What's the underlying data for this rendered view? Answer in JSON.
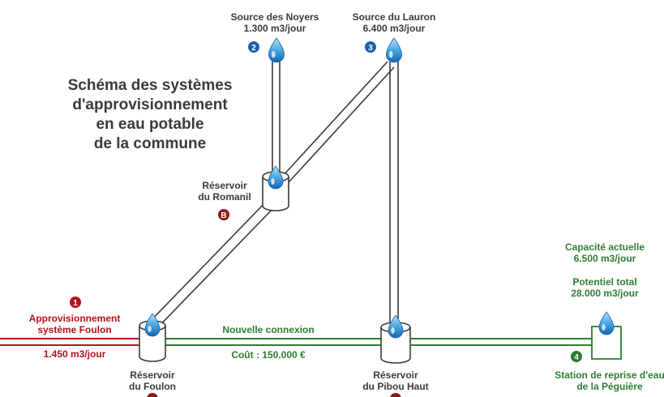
{
  "title": {
    "line1": "Schéma des systèmes",
    "line2": "d'approvisionnement",
    "line3": "en eau potable",
    "line4": "de la commune"
  },
  "sources": {
    "noyers": {
      "name": "Source des Noyers",
      "volume": "1.300 m3/jour",
      "badge": "2"
    },
    "lauron": {
      "name": "Source du Lauron",
      "volume": "6.400 m3/jour",
      "badge": "3"
    }
  },
  "reservoirs": {
    "romanil": {
      "line1": "Réservoir",
      "line2": "du Romanil",
      "badge": "B"
    },
    "foulon": {
      "line1": "Réservoir",
      "line2": "du Foulon"
    },
    "pibou": {
      "line1": "Réservoir",
      "line2": "du Pibou Haut"
    }
  },
  "supply": {
    "badge": "1",
    "line1": "Approvisionnement",
    "line2": "système Foulon",
    "volume": "1.450 m3/jour"
  },
  "connection": {
    "label": "Nouvelle connexion",
    "cost": "Coût : 150.000 €"
  },
  "station": {
    "badge": "4",
    "line1": "Station de reprise d'eau",
    "line2": "de la Péguière",
    "capacity_label": "Capacité actuelle",
    "capacity_value": "6.500 m3/jour",
    "potential_label": "Potentiel total",
    "potential_value": "28.000 m3/jour"
  },
  "colors": {
    "red": "#b5121b",
    "green": "#2e7d32",
    "blue_badge": "#1f5fa8",
    "dark_red_badge": "#8b1a1a",
    "text": "#3a3a3a"
  },
  "icons": [
    "water-drop-icon",
    "reservoir-tank-icon"
  ]
}
